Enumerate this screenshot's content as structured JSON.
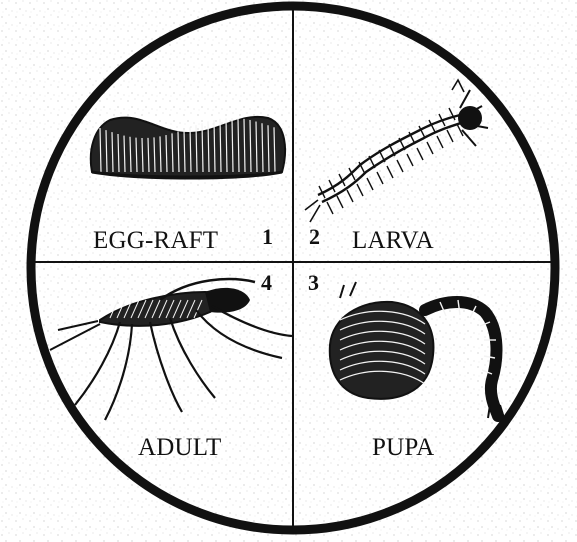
{
  "diagram": {
    "colors": {
      "ink": "#111111",
      "background_speckle": "#bdbdbd",
      "background": "#ffffff"
    },
    "quadrants": [
      {
        "position": "top-left",
        "label": "EGG-RAFT",
        "number": "1",
        "icon": "egg-raft-icon"
      },
      {
        "position": "top-right",
        "label": "LARVA",
        "number": "2",
        "icon": "larva-icon"
      },
      {
        "position": "bottom-right",
        "label": "PUPA",
        "number": "3",
        "icon": "pupa-icon"
      },
      {
        "position": "bottom-left",
        "label": "ADULT",
        "number": "4",
        "icon": "adult-mosquito-icon"
      }
    ]
  }
}
